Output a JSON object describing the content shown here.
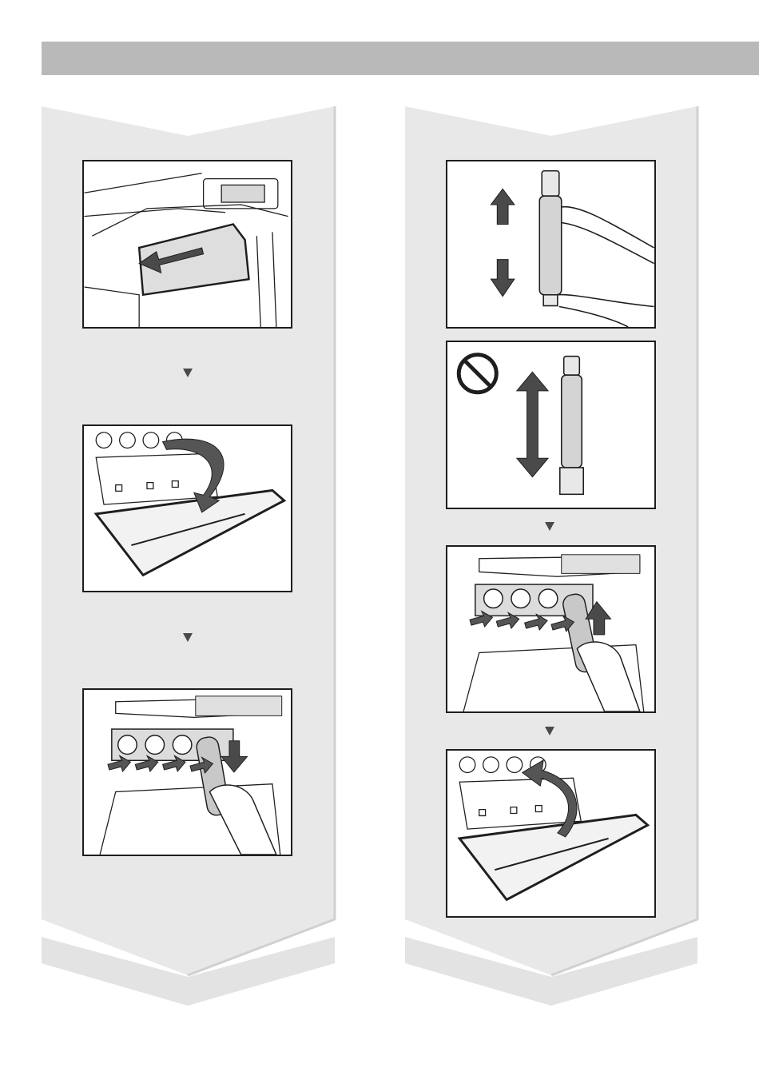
{
  "header": {
    "title": ""
  },
  "colors": {
    "header_bar": "#b9b9b9",
    "ribbon": "#e6e6e6",
    "ribbon_shadow": "#cfcfcf",
    "line_art": "#1e1e1e",
    "accent_arrow": "#4a4a4a"
  },
  "left_column": {
    "steps": [
      {
        "illustration": "open-front-cover",
        "icon": "arrow-pull-icon"
      },
      {
        "illustration": "front-cover-lowered",
        "icon": "arrow-curve-down-icon"
      },
      {
        "illustration": "remove-toner-cartridge",
        "icon": "hand-icon"
      }
    ]
  },
  "right_column": {
    "steps": [
      {
        "illustration": "shake-toner-up-down",
        "icon": "up-down-arrows-icon"
      },
      {
        "illustration": "do-not-shake-lengthwise",
        "icon": "prohibited-icon"
      },
      {
        "illustration": "insert-toner-cartridge",
        "icon": "arrow-up-icon"
      },
      {
        "illustration": "close-front-cover",
        "icon": "arrow-curve-up-icon"
      }
    ]
  },
  "step_separator_icon": "triangle-down-icon"
}
